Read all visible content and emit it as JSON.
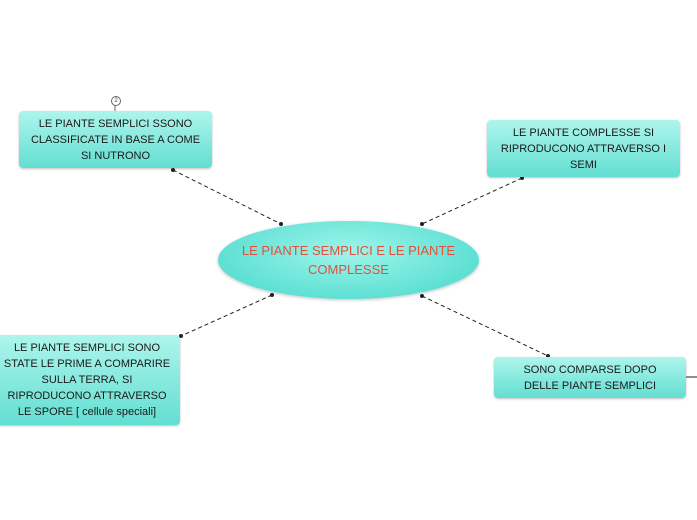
{
  "center": {
    "line1": "LE PIANTE SEMPLICI E",
    "line2": "LE PIANTE COMPLESSE",
    "text_color": "#e2503c"
  },
  "nodes": [
    {
      "id": "top-left",
      "lines": [
        "LE PIANTE SEMPLICI SSONO",
        "CLASSIFICATE IN BASE A COME",
        "SI NUTRONO"
      ]
    },
    {
      "id": "top-right",
      "lines": [
        "LE PIANTE COMPLESSE SI",
        "RIPRODUCONO ATTRAVERSO I",
        "SEMI"
      ]
    },
    {
      "id": "bottom-left",
      "lines": [
        "LE PIANTE SEMPLICI SONO",
        "STATE LE PRIME A COMPARIRE",
        "SULLA TERRA, SI",
        "RIPRODUCONO ATTRAVERSO",
        "LE SPORE [ cellule speciali]"
      ]
    },
    {
      "id": "bottom-right",
      "lines": [
        "SONO COMPARSE DOPO",
        "DELLE PIANTE SEMPLICI"
      ]
    }
  ],
  "badge": "2",
  "colors": {
    "node_fill_top": "#aef5ec",
    "node_fill_bottom": "#63ded2",
    "connector": "#222222"
  },
  "icons": {
    "badge": "numbered-circle-icon"
  }
}
